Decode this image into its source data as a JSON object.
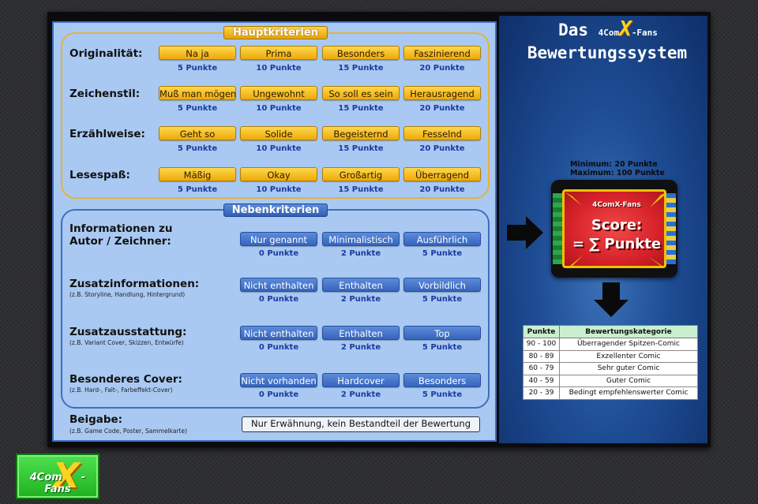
{
  "title": {
    "line1": "Das",
    "logo_prefix": "4Com",
    "logo_x": "X",
    "logo_suffix": "-Fans",
    "line2": "Bewertungssystem"
  },
  "haupt": {
    "title": "Hauptkriterien",
    "rows": [
      {
        "label": "Originalität:",
        "options": [
          "Na ja",
          "Prima",
          "Besonders",
          "Faszinierend"
        ],
        "points": [
          "5 Punkte",
          "10 Punkte",
          "15 Punkte",
          "20 Punkte"
        ]
      },
      {
        "label": "Zeichenstil:",
        "options": [
          "Muß man mögen",
          "Ungewohnt",
          "So soll es sein",
          "Herausragend"
        ],
        "points": [
          "5 Punkte",
          "10 Punkte",
          "15 Punkte",
          "20 Punkte"
        ]
      },
      {
        "label": "Erzählweise:",
        "options": [
          "Geht so",
          "Solide",
          "Begeisternd",
          "Fesselnd"
        ],
        "points": [
          "5 Punkte",
          "10 Punkte",
          "15 Punkte",
          "20 Punkte"
        ]
      },
      {
        "label": "Lesespaß:",
        "options": [
          "Mäßig",
          "Okay",
          "Großartig",
          "Überragend"
        ],
        "points": [
          "5 Punkte",
          "10 Punkte",
          "15 Punkte",
          "20 Punkte"
        ]
      }
    ]
  },
  "neben": {
    "title": "Nebenkriterien",
    "rows": [
      {
        "label1": "Informationen zu",
        "label2": "Autor / Zeichner:",
        "sub": "",
        "options": [
          "Nur genannt",
          "Minimalistisch",
          "Ausführlich"
        ],
        "points": [
          "0 Punkte",
          "2 Punkte",
          "5 Punkte"
        ]
      },
      {
        "label1": "Zusatzinformationen:",
        "label2": "",
        "sub": "(z.B. Storyline, Handlung, Hintergrund)",
        "options": [
          "Nicht enthalten",
          "Enthalten",
          "Vorbildlich"
        ],
        "points": [
          "0 Punkte",
          "2 Punkte",
          "5 Punkte"
        ]
      },
      {
        "label1": "Zusatzausstattung:",
        "label2": "",
        "sub": "(z.B. Variant Cover, Skizzen, Entwürfe)",
        "options": [
          "Nicht enthalten",
          "Enthalten",
          "Top"
        ],
        "points": [
          "0 Punkte",
          "2 Punkte",
          "5 Punkte"
        ]
      },
      {
        "label1": "Besonderes Cover:",
        "label2": "",
        "sub": "(z.B. Hard-, Falt-, Farbeffekt-Cover)",
        "options": [
          "Nicht vorhanden",
          "Hardcover",
          "Besonders"
        ],
        "points": [
          "0 Punkte",
          "2 Punkte",
          "5 Punkte"
        ]
      }
    ]
  },
  "beigabe": {
    "label": "Beigabe:",
    "sub": "(z.B. Game Code, Poster, Sammelkarte)",
    "note": "Nur Erwähnung, kein Bestandteil der Bewertung"
  },
  "score": {
    "minimum": "Minimum:    20 Punkte",
    "maximum": "Maximum:  100 Punkte",
    "logo": "4ComX-Fans",
    "line1": "Score:",
    "line2": "= ∑ Punkte"
  },
  "table": {
    "headers": [
      "Punkte",
      "Bewertungskategorie"
    ],
    "rows": [
      [
        "90 - 100",
        "Überragender Spitzen-Comic"
      ],
      [
        "80 - 89",
        "Exzellenter Comic"
      ],
      [
        "60 - 79",
        "Sehr guter Comic"
      ],
      [
        "40 - 59",
        "Guter Comic"
      ],
      [
        "20 - 39",
        "Bedingt empfehlenswerter Comic"
      ]
    ]
  },
  "bottom_logo": {
    "prefix": "4Com",
    "x": "X",
    "suffix": "-Fans"
  },
  "colors": {
    "yellow_button": "#f2b616",
    "blue_button": "#3f6fc4",
    "panel_bg": "#a9c9f2",
    "right_bg": "#1e4d95",
    "table_header": "#c9efcf",
    "logo_green": "#2fc42f"
  }
}
